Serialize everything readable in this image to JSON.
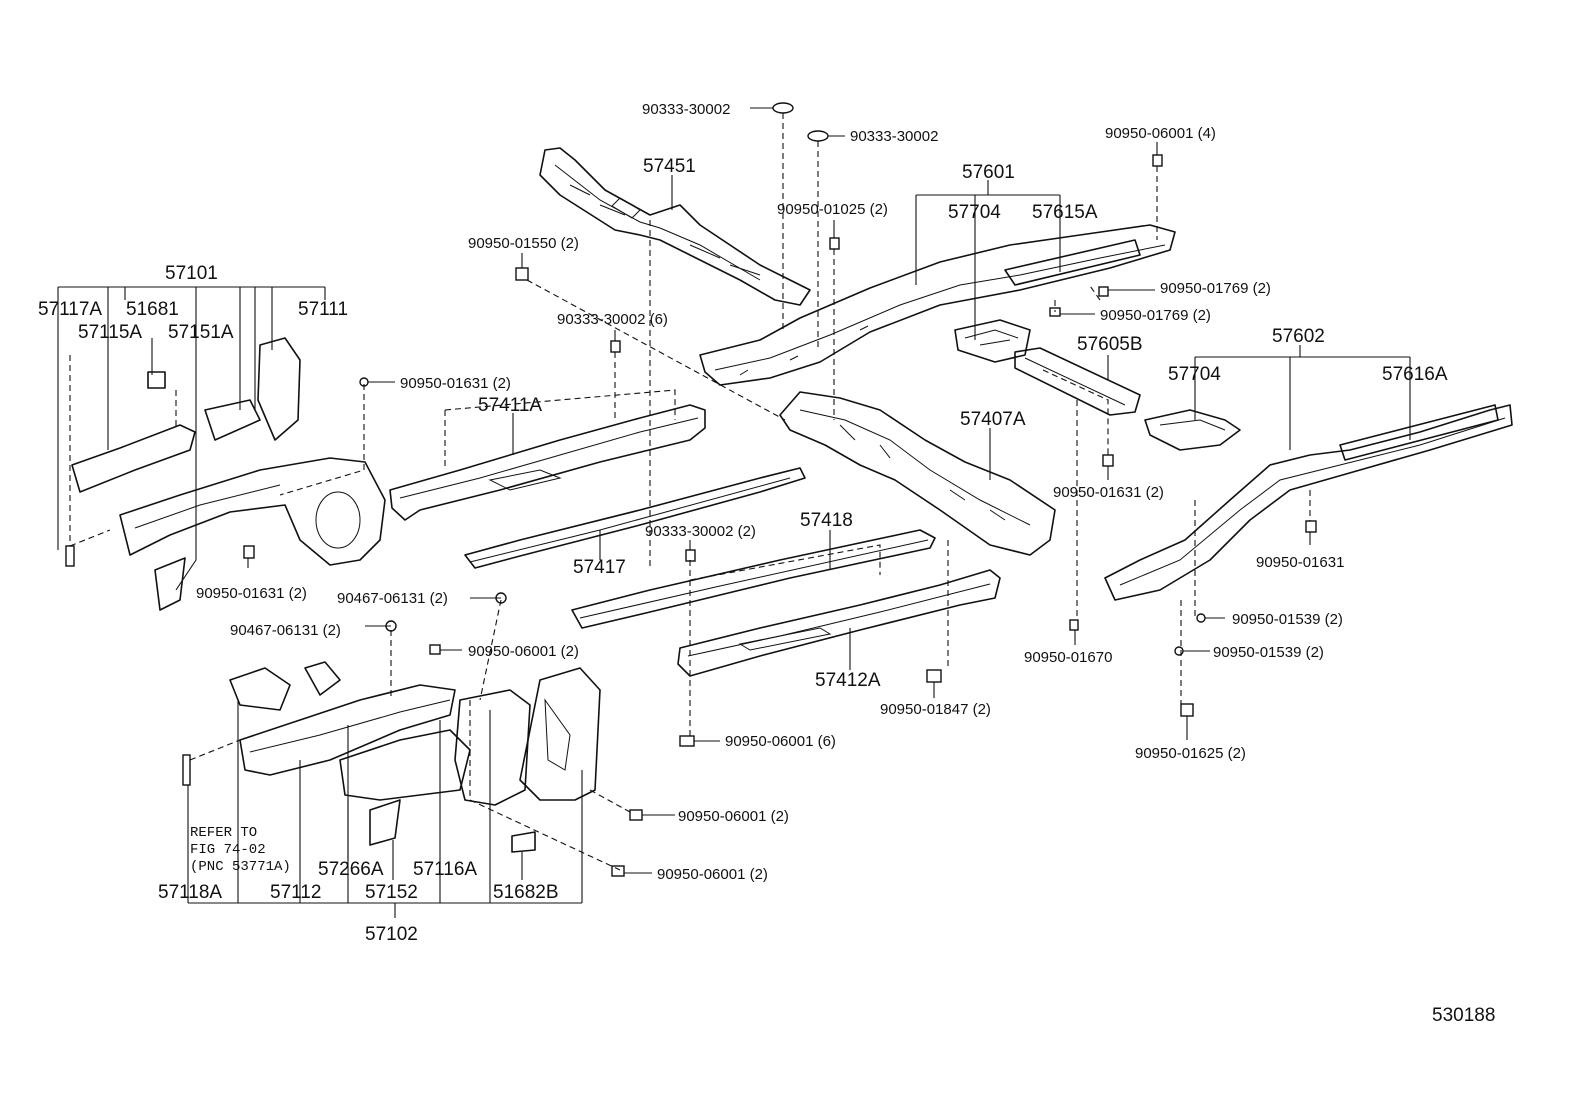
{
  "labels": {
    "p57101": "57101",
    "p57117A": "57117A",
    "p51681": "51681",
    "p57111": "57111",
    "p57115A": "57115A",
    "p57151A": "57151A",
    "p57451": "57451",
    "p57601": "57601",
    "p57704a": "57704",
    "p57615A": "57615A",
    "p57411A": "57411A",
    "p57605B": "57605B",
    "p57602": "57602",
    "p57704b": "57704",
    "p57616A": "57616A",
    "p57407A": "57407A",
    "p57417": "57417",
    "p57418": "57418",
    "p57412A": "57412A",
    "p57118A": "57118A",
    "p57112": "57112",
    "p57266A": "57266A",
    "p57152": "57152",
    "p57116A": "57116A",
    "p51682B": "51682B",
    "p57102": "57102",
    "h90333_a": "90333-30002",
    "h90333_b": "90333-30002",
    "h90950_06001_4": "90950-06001 (4)",
    "h90950_01025": "90950-01025 (2)",
    "h90950_01550": "90950-01550 (2)",
    "h90333_6": "90333-30002 (6)",
    "h90950_01769a": "90950-01769 (2)",
    "h90950_01769b": "90950-01769 (2)",
    "h90950_01631_l": "90950-01631 (2)",
    "h90950_01631_c": "90950-01631 (2)",
    "h90950_01631_r": "90950-01631",
    "h90950_01631_bl": "90950-01631 (2)",
    "h90333_2": "90333-30002 (2)",
    "h90467_a": "90467-06131 (2)",
    "h90467_b": "90467-06131 (2)",
    "h90950_06001_2a": "90950-06001 (2)",
    "h90950_06001_6": "90950-06001 (6)",
    "h90950_06001_2b": "90950-06001 (2)",
    "h90950_06001_2c": "90950-06001 (2)",
    "h90950_01670": "90950-01670",
    "h90950_01847": "90950-01847 (2)",
    "h90950_01539a": "90950-01539 (2)",
    "h90950_01539b": "90950-01539 (2)",
    "h90950_01625": "90950-01625 (2)",
    "refer1": "REFER TO",
    "refer2": "FIG 74-02",
    "refer3": "(PNC 53771A)",
    "figno": "530188"
  }
}
